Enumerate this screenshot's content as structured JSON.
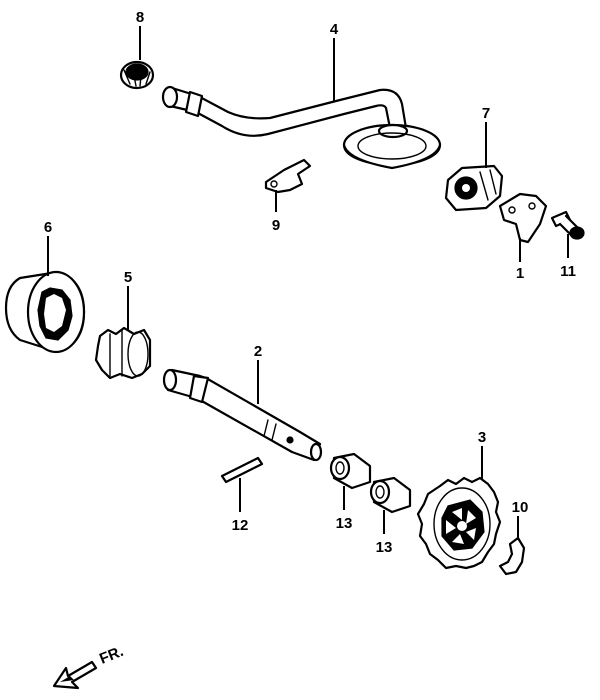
{
  "callouts": {
    "c1": "1",
    "c2": "2",
    "c3": "3",
    "c4": "4",
    "c5": "5",
    "c6": "6",
    "c7": "7",
    "c8": "8",
    "c9": "9",
    "c10": "10",
    "c11": "11",
    "c12": "12",
    "c13a": "13",
    "c13b": "13"
  },
  "direction_label": "FR.",
  "colors": {
    "line": "#000000",
    "background": "#ffffff"
  }
}
